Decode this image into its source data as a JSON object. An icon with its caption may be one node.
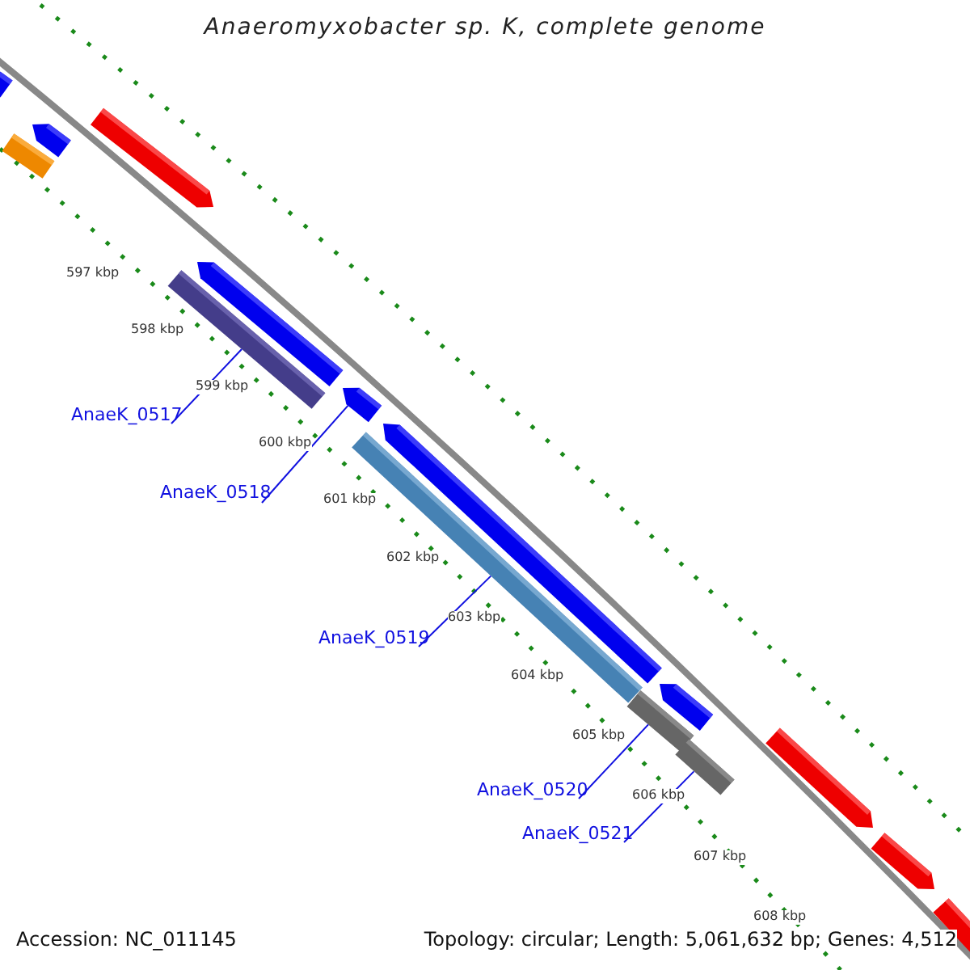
{
  "diagram": {
    "title": "Anaeromyxobacter sp. K, complete genome",
    "nodes": [
      {
        "text": [
          "AnaeK_0517"
        ]
      },
      {
        "text": [
          "AnaeK_0518"
        ]
      },
      {
        "text": [
          "AnaeK_0519"
        ]
      },
      {
        "text": [
          "AnaeK_0520"
        ]
      },
      {
        "text": [
          "AnaeK_0521"
        ]
      },
      {
        "text": [],
        "shape": "bar"
      },
      {
        "text": [],
        "shape": "bar"
      },
      {
        "text": [],
        "shape": "bar"
      },
      {
        "text": [],
        "shape": "bar"
      },
      {
        "text": [],
        "shape": "bar"
      },
      {
        "text": [],
        "shape": "bar"
      },
      {
        "text": [],
        "shape": "bar"
      },
      {
        "text": [],
        "shape": "bar"
      },
      {
        "text": [],
        "shape": "bar"
      },
      {
        "text": [],
        "shape": "bar"
      },
      {
        "text": [],
        "shape": "bar"
      },
      {
        "text": [],
        "shape": "bar"
      },
      {
        "text": [],
        "shape": "bar"
      },
      {
        "text": [],
        "shape": "bar"
      },
      {
        "text": [],
        "shape": "bar"
      }
    ],
    "edges": [
      {
        "from": 0,
        "to": 9,
        "arrow": "none"
      },
      {
        "from": 1,
        "to": 11,
        "arrow": "none"
      },
      {
        "from": 2,
        "to": 12,
        "arrow": "none"
      },
      {
        "from": 3,
        "to": 14,
        "arrow": "none"
      },
      {
        "from": 4,
        "to": 16,
        "arrow": "none"
      }
    ],
    "labels": [
      "597 kbp",
      "598 kbp",
      "599 kbp",
      "600 kbp",
      "601 kbp",
      "602 kbp",
      "603 kbp",
      "604 kbp",
      "605 kbp",
      "606 kbp",
      "607 kbp",
      "608 kbp",
      "Accession: NC_011145",
      "Topology: circular; Length: 5,061,632 bp; Genes: 4,512"
    ]
  }
}
